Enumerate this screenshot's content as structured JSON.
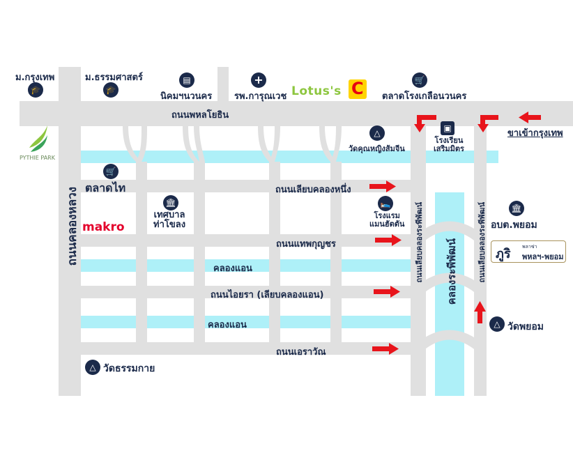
{
  "roads": {
    "phahon_yothin": "ถนนพหลโยธิน",
    "khlong_luang": "ถนนคลองหลวง",
    "liap_khlong_nueng": "ถนนเลียบคลองหนึ่ง",
    "thep_kunchon": "ถนนแทพกุญชร",
    "ai_ya_ra": "ถนนไอยรา (เลียบคลองแอน)",
    "e_ra_wan": "ถนนเอราวัณ",
    "liap_khlong_ra_phi_phat_left": "ถนนเลียบคลองระพีพัฒน์",
    "liap_khlong_ra_phi_phat_right": "ถนนเลียบคลองระพีพัฒน์",
    "to_bangkok": "ขาเข้ากรุงเทพ"
  },
  "canals": {
    "khlong_aen_1": "คลองแอน",
    "khlong_aen_2": "คลองแอน",
    "khlong_ra_phi_phat": "คลองระพีพัฒน์"
  },
  "places": {
    "bangkok_univ": "ม.กรุงเทพ",
    "thammasat_univ": "ม.ธรรมศาสตร์",
    "navanakorn": "นิคมฯนวนคร",
    "karun_vej": "รพ.การุณเวช",
    "lotus": "Lotus's",
    "bigc_letter": "C",
    "navanakorn_market": "ตลาดโรงเกลือนวนคร",
    "wat_khunying": "วัดคุณหญิงส้มจีน",
    "school": "โรงเรียน\nเสริมมิตร",
    "talad_thai": "ตลาดไท",
    "makro": "makro",
    "thesaban": "เทศบาล\nท่าโขลง",
    "hotel": "โรงแรม\nแมนฮัตตัน",
    "or_bor_tor": "อบต.พยอม",
    "wat_phayom": "วัดพยอม",
    "wat_thammakai": "วัดธรรมกาย",
    "phuri_brand": "ภูริ",
    "phuri_sub1": "พลาซ่า",
    "phuri_sub2": "พหลฯ-พยอม",
    "logo_text": "PYTHIE PARK"
  },
  "colors": {
    "road": "#e0e0e0",
    "canal": "#aef0f8",
    "label": "#1b2a4a",
    "arrow": "#e8141b"
  },
  "icons": {
    "university": "graduation-cap-icon",
    "factory": "factory-icon",
    "hospital": "medical-cross-icon",
    "cart": "shopping-cart-icon",
    "temple": "temple-icon",
    "government": "government-building-icon",
    "hotel": "bed-icon",
    "school": "school-icon"
  }
}
